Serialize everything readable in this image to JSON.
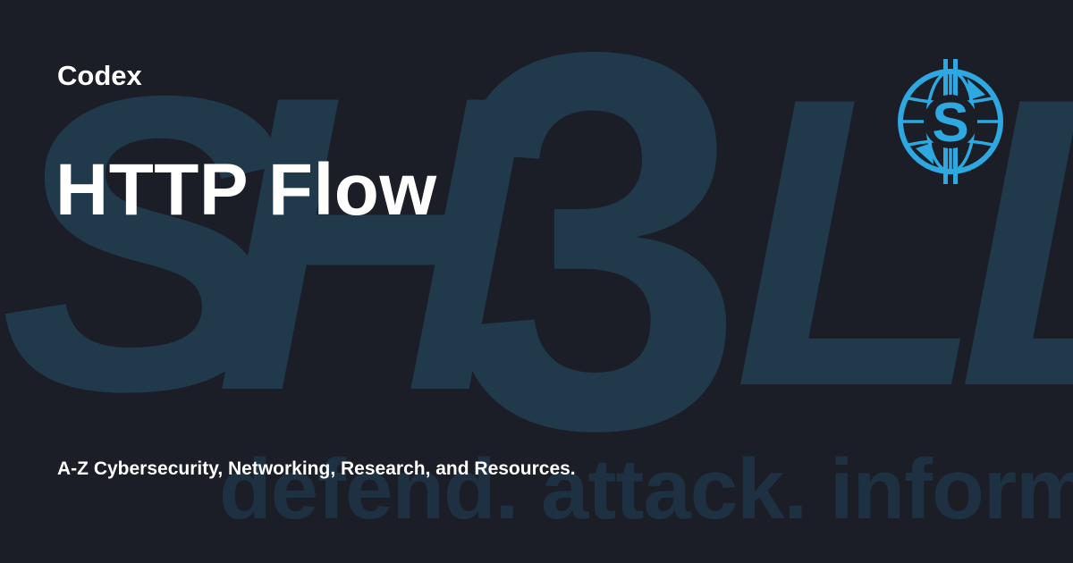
{
  "brand": {
    "name": "Codex"
  },
  "page": {
    "title": "HTTP Flow",
    "description": "A-Z Cybersecurity, Networking, Research, and Resources."
  },
  "watermark": {
    "part_s": "S",
    "part_h": "H",
    "part_3": "3",
    "part_ll": "LL",
    "tagline": "defend. attack. inform."
  },
  "logo": {
    "icon": "sh3ll-globe-dollar-logo",
    "glyph": "S",
    "color": "#2ea8e0"
  },
  "colors": {
    "background": "#1b1e27",
    "watermark": "#203a4b",
    "text": "#ffffff",
    "accent": "#2ea8e0"
  }
}
